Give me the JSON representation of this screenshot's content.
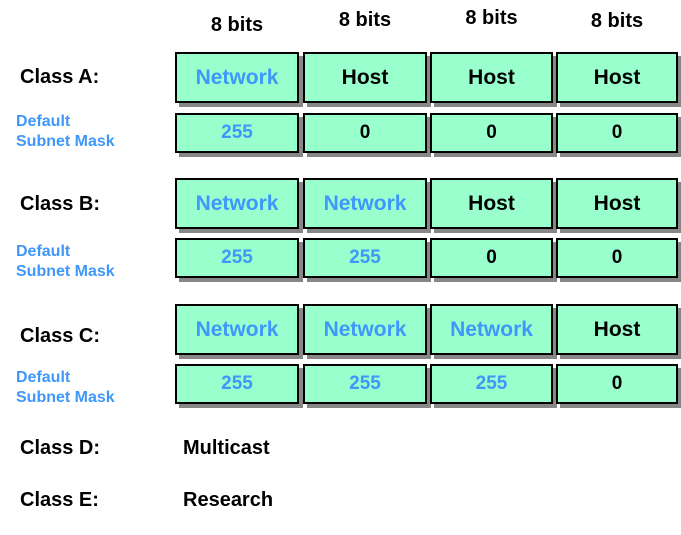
{
  "bit_headers": [
    "8 bits",
    "8 bits",
    "8 bits",
    "8 bits"
  ],
  "sections": [
    {
      "class_label": "Class A:",
      "mask_label": {
        "line1": "Default",
        "line2": "Subnet Mask"
      },
      "octets": [
        {
          "text": "Network",
          "type": "net"
        },
        {
          "text": "Host",
          "type": "host"
        },
        {
          "text": "Host",
          "type": "host"
        },
        {
          "text": "Host",
          "type": "host"
        }
      ],
      "mask_octets": [
        {
          "text": "255",
          "type": "net"
        },
        {
          "text": "0",
          "type": "host"
        },
        {
          "text": "0",
          "type": "host"
        },
        {
          "text": "0",
          "type": "host"
        }
      ]
    },
    {
      "class_label": "Class B:",
      "mask_label": {
        "line1": "Default",
        "line2": "Subnet Mask"
      },
      "octets": [
        {
          "text": "Network",
          "type": "net"
        },
        {
          "text": "Network",
          "type": "net"
        },
        {
          "text": "Host",
          "type": "host"
        },
        {
          "text": "Host",
          "type": "host"
        }
      ],
      "mask_octets": [
        {
          "text": "255",
          "type": "net"
        },
        {
          "text": "255",
          "type": "net"
        },
        {
          "text": "0",
          "type": "host"
        },
        {
          "text": "0",
          "type": "host"
        }
      ]
    },
    {
      "class_label": "Class C:",
      "mask_label": {
        "line1": "Default",
        "line2": "Subnet Mask"
      },
      "octets": [
        {
          "text": "Network",
          "type": "net"
        },
        {
          "text": "Network",
          "type": "net"
        },
        {
          "text": "Network",
          "type": "net"
        },
        {
          "text": "Host",
          "type": "host"
        }
      ],
      "mask_octets": [
        {
          "text": "255",
          "type": "net"
        },
        {
          "text": "255",
          "type": "net"
        },
        {
          "text": "255",
          "type": "net"
        },
        {
          "text": "0",
          "type": "host"
        }
      ]
    }
  ],
  "other_classes": [
    {
      "label": "Class D:",
      "value": "Multicast"
    },
    {
      "label": "Class E:",
      "value": "Research"
    }
  ],
  "colors": {
    "background": "#FFFFFF",
    "box_fill": "#99FFCC",
    "box_border": "#000000",
    "box_shadow": "#878787",
    "network_blue": "#4097FB",
    "host_black": "#000000"
  }
}
